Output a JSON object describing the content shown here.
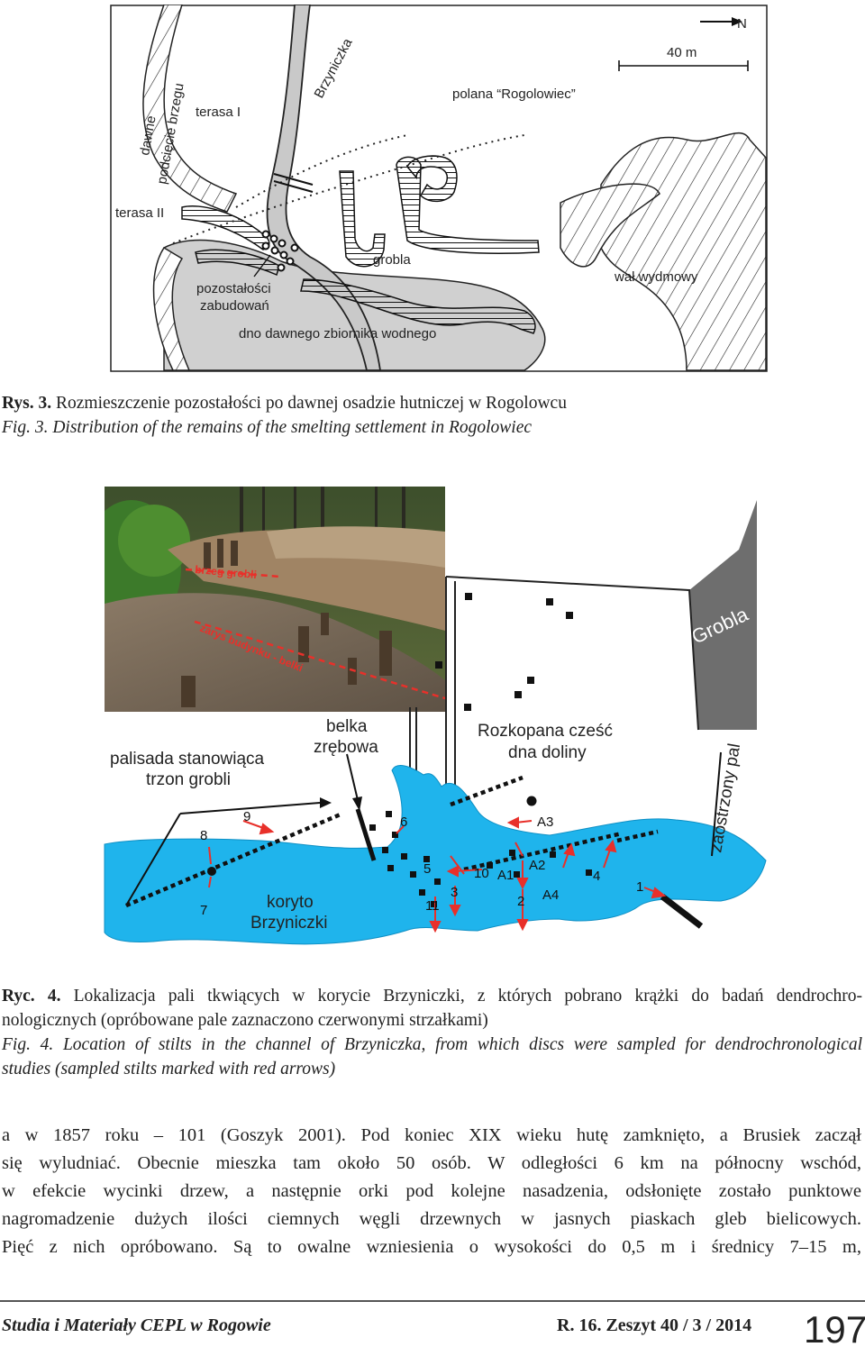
{
  "fig3": {
    "map_labels": {
      "north": "N",
      "scale": "40 m",
      "brzyniczka": "Brzyniczka",
      "polana": "polana “Rogolowiec”",
      "terasa1": "terasa I",
      "terasa2": "terasa II",
      "dawne1": "dawne",
      "dawne2": "podcięcie brzegu",
      "grobla": "grobla",
      "wal": "wał wydmowy",
      "pozost1": "pozostałości",
      "pozost2": "zabudowań",
      "dno": "dno dawnego zbiornika wodnego"
    },
    "caption_pl_label": "Rys. 3.",
    "caption_pl": "Rozmieszczenie pozostałości po dawnej osadzie hutniczej w Rogolowcu",
    "caption_en_label": "Fig. 3.",
    "caption_en": "Distribution of the remains of the smelting settlement in Rogolowiec"
  },
  "fig4": {
    "photo_labels": {
      "brzeg": "brzeg grobli",
      "zarys": "zarys budynku - belki"
    },
    "diagram_labels": {
      "palisada1": "palisada stanowiąca",
      "palisada2": "trzon grobli",
      "belka1": "belka",
      "belka2": "zrębowa",
      "rozkopana1": "Rozkopana cześć",
      "rozkopana2": "dna doliny",
      "grobla": "Grobla",
      "zaostrzony": "zaostrzony pal",
      "koryto1": "koryto",
      "koryto2": "Brzyniczki"
    },
    "stilt_numbers": [
      "1",
      "2",
      "3",
      "4",
      "5",
      "6",
      "7",
      "8",
      "9",
      "10",
      "11",
      "A1",
      "A2",
      "A3",
      "A4"
    ],
    "caption_pl_label": "Ryc. 4.",
    "caption_pl_line1": "Lokalizacja pali tkwiących w korycie Brzyniczki, z których pobrano krążki do badań dendrochro-",
    "caption_pl_line2": "nologicznych (opróbowane pale zaznaczono czerwonymi strzałkami)",
    "caption_en_label": "Fig. 4.",
    "caption_en_line1": "Location of stilts in the channel of Brzyniczka, from which discs were sampled for dendrochronological",
    "caption_en_line2": "studies (sampled stilts marked with red arrows)"
  },
  "body": {
    "lines": [
      "a w 1857 roku – 101 (Goszyk 2001). Pod koniec XIX wieku hutę zamknięto, a Brusiek zaczął",
      "się wyludniać. Obecnie mieszka tam około 50 osób. W odległości 6 km na północny wschód,",
      "w efekcie wycinki drzew, a następnie orki pod kolejne nasadzenia, odsłonięte zostało punktowe",
      "nagromadzenie dużych ilości ciemnych węgli drzewnych w jasnych piaskach gleb bielicowych.",
      "Pięć z nich opróbowano. Są to owalne wzniesienia o wysokości do 0,5 m i średnicy 7–15 m,"
    ]
  },
  "footer": {
    "journal": "Studia i Materiały CEPL w Rogowie",
    "volume": "R. 16. Zeszyt 40 / 3 / 2014",
    "page": "197"
  },
  "colors": {
    "water": "#1fb4ec",
    "grobla": "#6e6e6e",
    "valley_floor": "#d0d0d0",
    "arrow": "#e8302a"
  }
}
